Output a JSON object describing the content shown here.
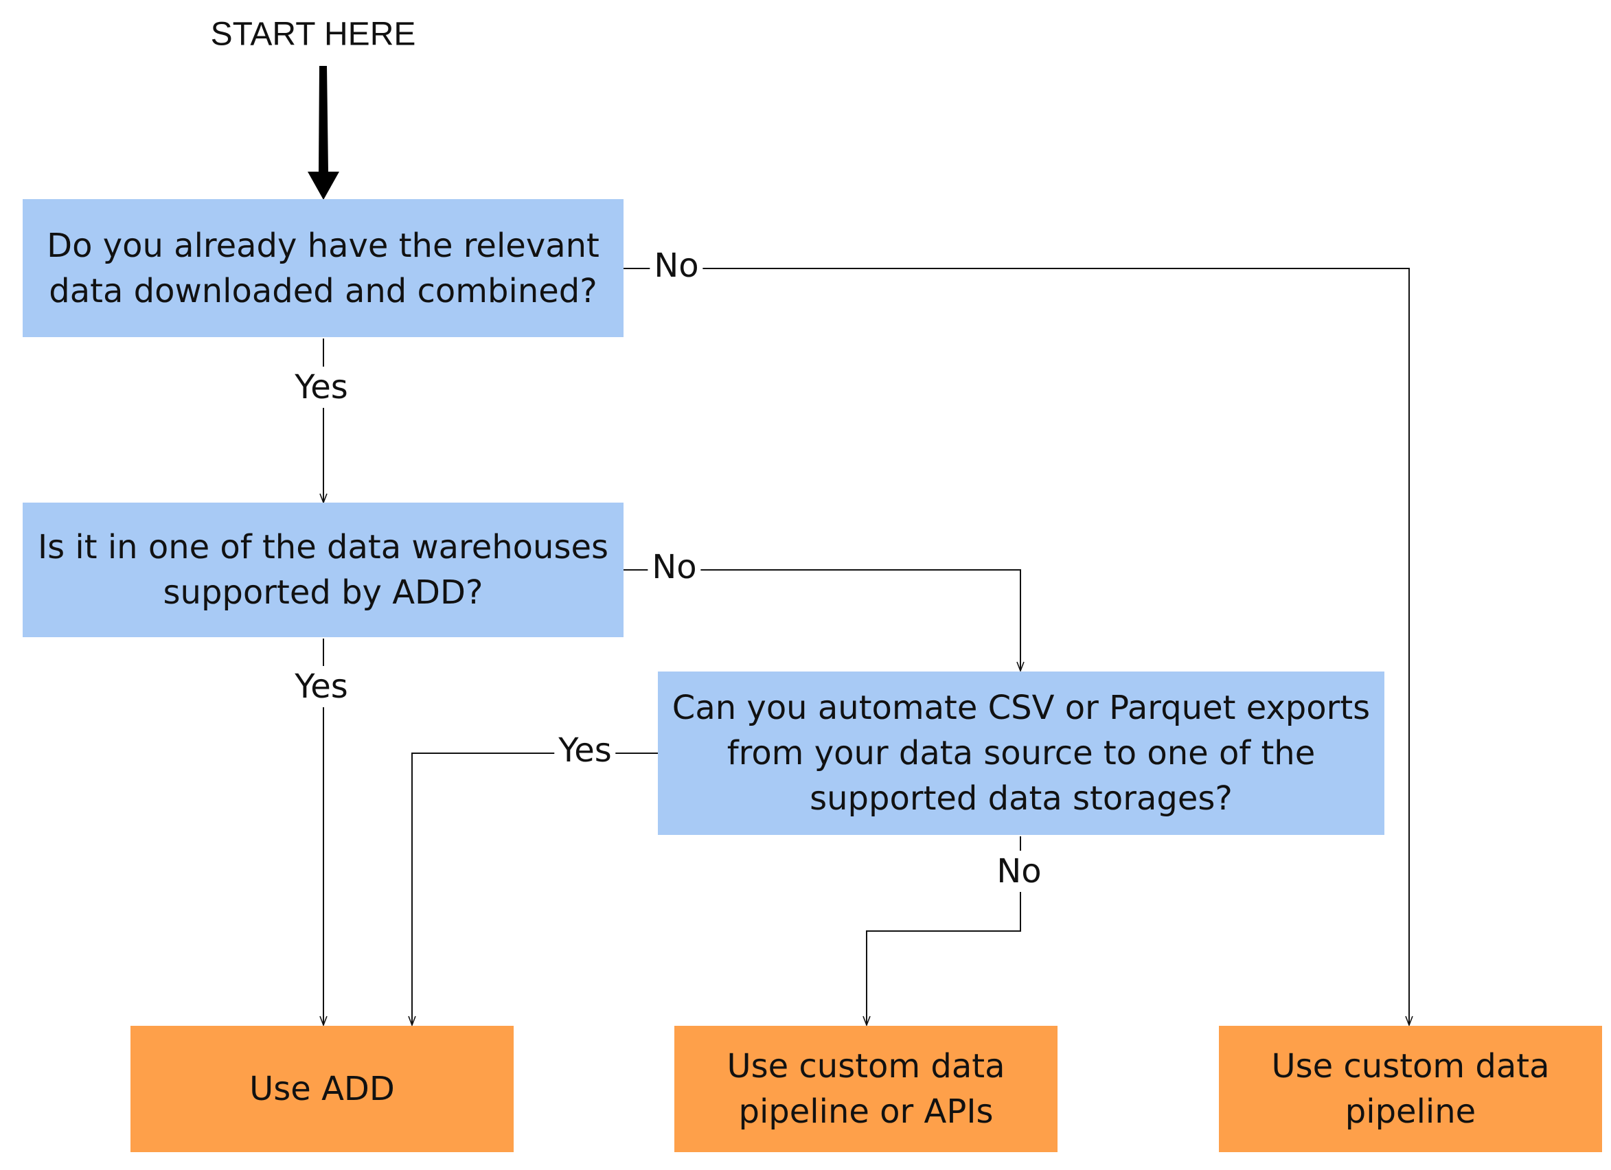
{
  "start": "START HERE",
  "nodes": {
    "q1": "Do you already have the relevant\ndata downloaded and combined?",
    "q2": "Is it in one of the data warehouses\nsupported by ADD?",
    "q3": "Can you automate CSV or Parquet exports\nfrom your data source to one of the\nsupported data storages?",
    "use_add": "Use  ADD",
    "custom_pipeline_or_apis": "Use custom data\npipeline or APIs",
    "custom_pipeline": "Use custom data\npipeline"
  },
  "edges": {
    "q1_no": "No",
    "q1_yes": "Yes",
    "q2_no": "No",
    "q2_yes": "Yes",
    "q3_yes": "Yes",
    "q3_no": "No"
  },
  "colors": {
    "question_box": "#a8caf5",
    "outcome_box": "#fea04a",
    "line": "#111111"
  }
}
